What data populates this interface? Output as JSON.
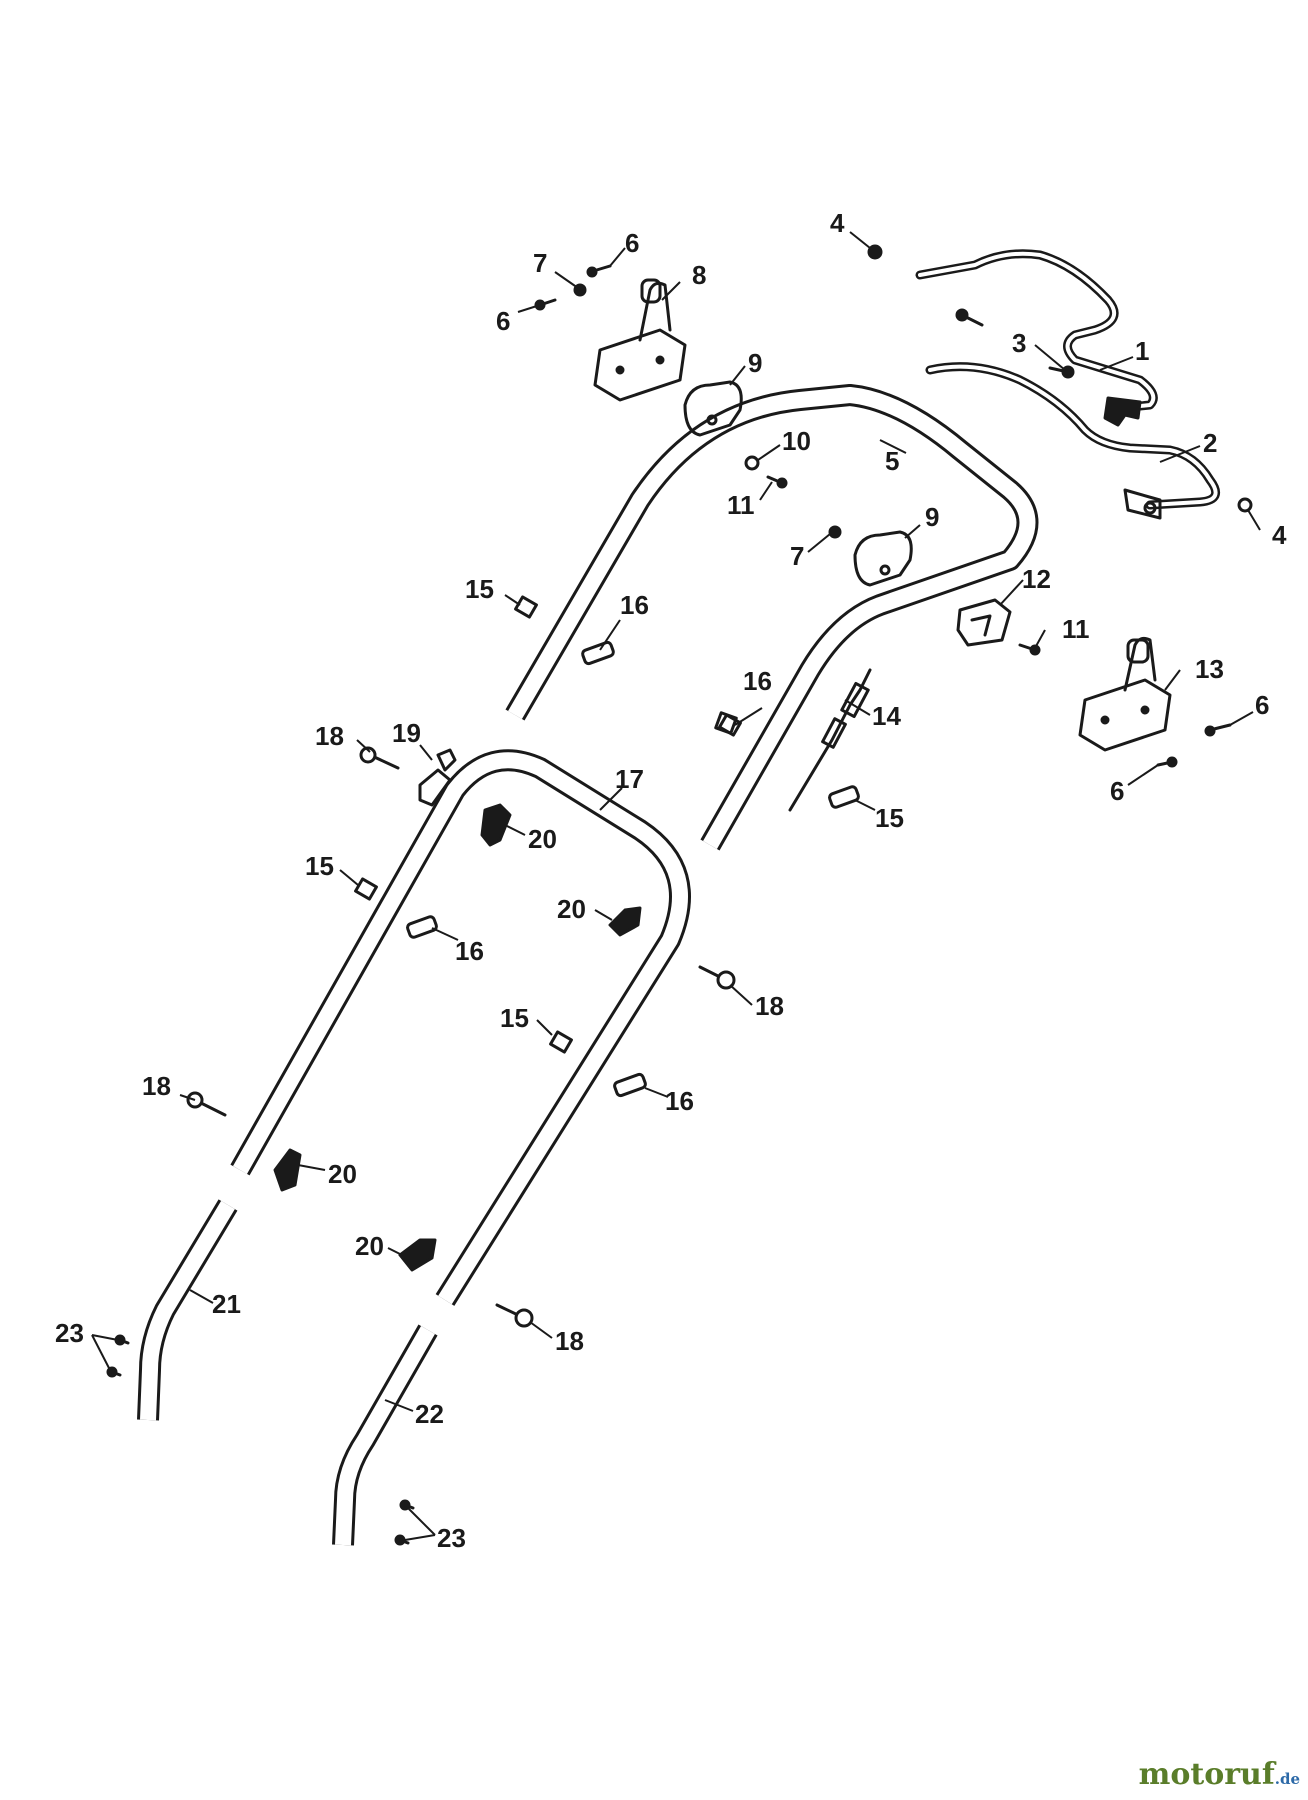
{
  "labels": [
    "1",
    "2",
    "3",
    "4",
    "5",
    "6",
    "7",
    "8",
    "9",
    "10",
    "11",
    "12",
    "13",
    "14",
    "15",
    "16",
    "17",
    "18",
    "19",
    "20",
    "21",
    "22",
    "23"
  ],
  "watermark": {
    "name": "motoruf",
    "tld": ".de"
  }
}
